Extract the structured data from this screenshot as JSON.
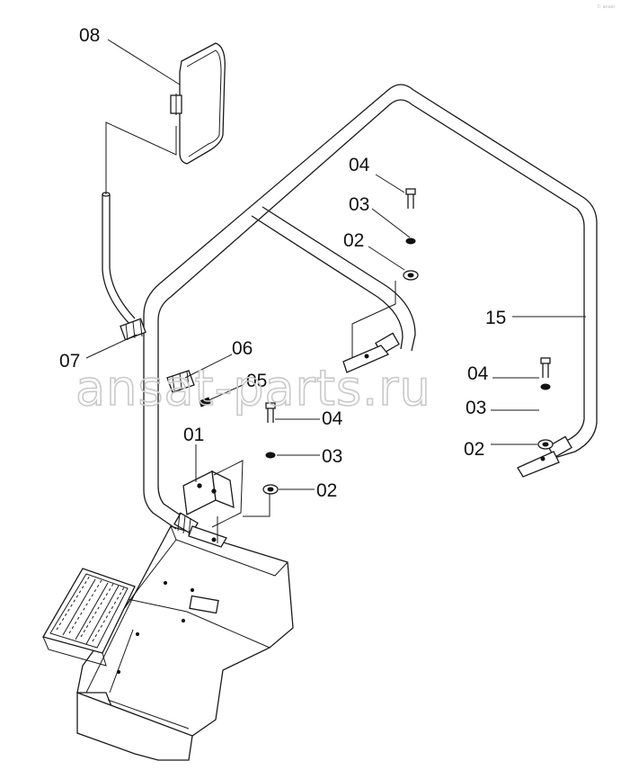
{
  "watermark": "ansat-parts.ru",
  "corner_mark": "© ansat",
  "callouts": {
    "c08": "08",
    "c07": "07",
    "c06": "06",
    "c05": "05",
    "c01": "01",
    "c15": "15",
    "c04a": "04",
    "c03a": "03",
    "c02a": "02",
    "c04b": "04",
    "c03b": "03",
    "c02b": "02",
    "c04c": "04",
    "c03c": "03",
    "c02c": "02"
  }
}
